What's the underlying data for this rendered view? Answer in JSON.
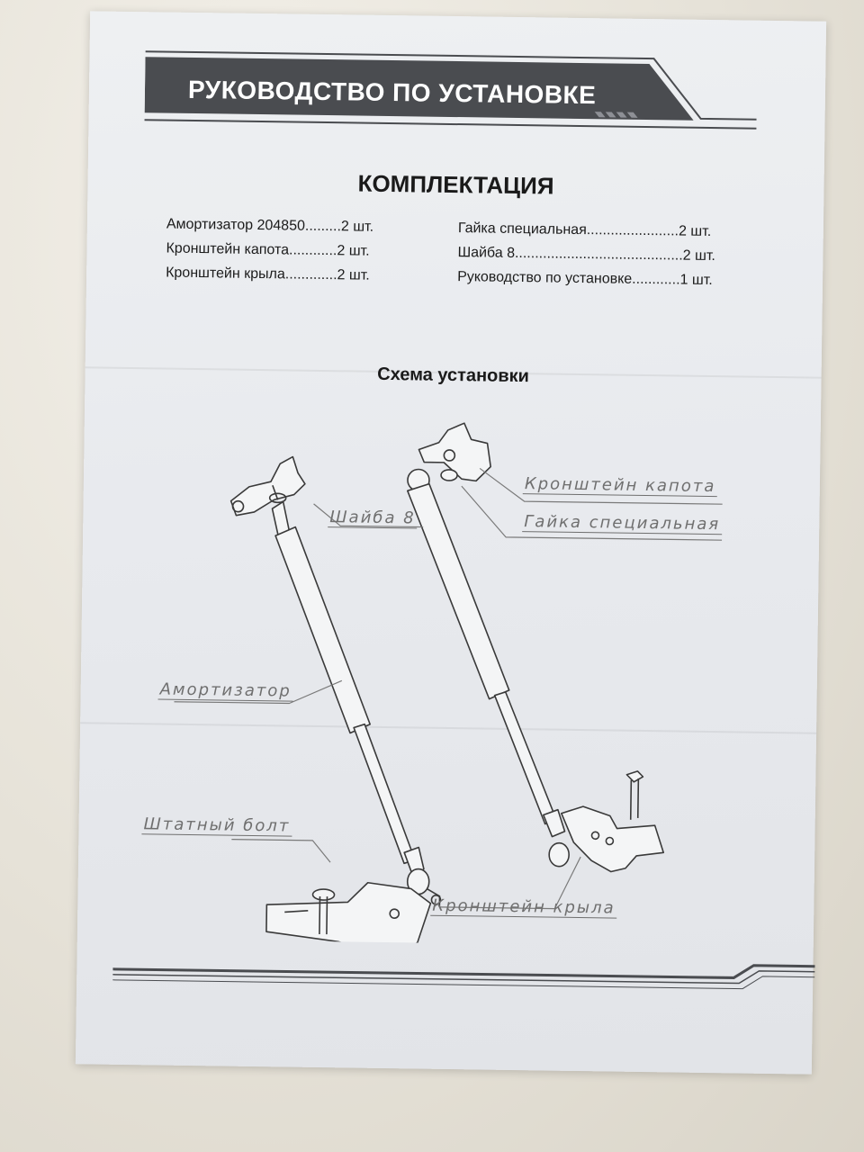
{
  "header": {
    "title": "РУКОВОДСТВО ПО УСТАНОВКЕ"
  },
  "kit": {
    "title": "КОМПЛЕКТАЦИЯ",
    "left_items": [
      "Амортизатор 204850.........2 шт.",
      "Кронштейн капота............2 шт.",
      "Кронштейн крыла.............2 шт."
    ],
    "right_items": [
      "Гайка специальная.......................2 шт.",
      "Шайба 8..........................................2 шт.",
      "Руководство по установке............1 шт."
    ]
  },
  "scheme": {
    "title": "Схема установки",
    "labels": {
      "hood_bracket": "Кронштейн капота",
      "special_nut": "Гайка специальная",
      "washer": "Шайба 8",
      "shock_absorber": "Амортизатор",
      "standard_bolt": "Штатный болт",
      "fender_bracket": "Кронштейн крыла"
    }
  },
  "colors": {
    "header_bar": "#4a4c50",
    "paper": "#e9ebee",
    "line_art": "#3a3a3a",
    "callout_text": "#6f6f6f"
  }
}
